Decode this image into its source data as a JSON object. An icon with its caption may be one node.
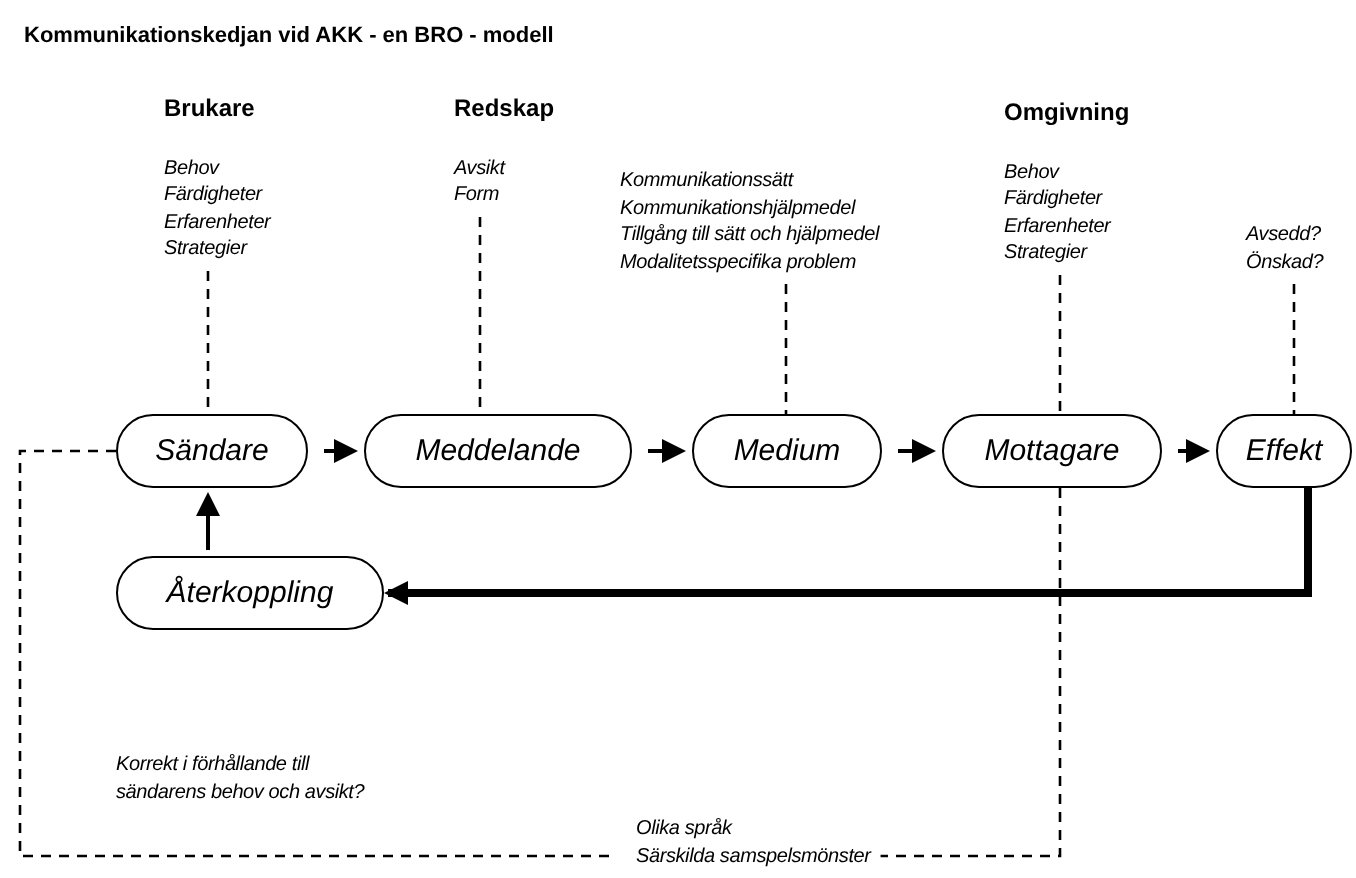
{
  "diagram": {
    "title": "Kommunikationskedjan vid AKK - en BRO - modell",
    "nodes": [
      {
        "text": [
          "Sändare"
        ]
      },
      {
        "text": [
          "Meddelande"
        ]
      },
      {
        "text": [
          "Medium"
        ]
      },
      {
        "text": [
          "Mottagare"
        ]
      },
      {
        "text": [
          "Effekt"
        ]
      },
      {
        "text": [
          "Återkoppling"
        ]
      },
      {
        "text": [
          "Brukare",
          "Behov",
          "Färdigheter",
          "Erfarenheter",
          "Strategier"
        ]
      },
      {
        "text": [
          "Redskap",
          "Avsikt",
          "Form"
        ]
      },
      {
        "text": [
          "Kommunikationssätt",
          "Kommunikationshjälpmedel",
          "Tillgång till sätt och hjälpmedel",
          "Modalitetsspecifika problem"
        ]
      },
      {
        "text": [
          "Omgivning",
          "Behov",
          "Färdigheter",
          "Erfarenheter",
          "Strategier"
        ]
      },
      {
        "text": [
          "Avsedd?",
          "Önskad?"
        ]
      },
      {
        "text": [
          "Olika språk",
          "Särskilda samspelsmönster"
        ]
      }
    ],
    "edges": [
      {
        "from": 0,
        "to": 1,
        "arrow": "to"
      },
      {
        "from": 1,
        "to": 2,
        "arrow": "to"
      },
      {
        "from": 2,
        "to": 3,
        "arrow": "to"
      },
      {
        "from": 3,
        "to": 4,
        "arrow": "to"
      },
      {
        "from": 4,
        "to": 5,
        "arrow": "to",
        "style": "thick"
      },
      {
        "from": 5,
        "to": 0,
        "arrow": "to"
      },
      {
        "from": 6,
        "to": 0,
        "arrow": "none",
        "style": "dashed"
      },
      {
        "from": 7,
        "to": 1,
        "arrow": "none",
        "style": "dashed"
      },
      {
        "from": 8,
        "to": 2,
        "arrow": "none",
        "style": "dashed"
      },
      {
        "from": 9,
        "to": 3,
        "arrow": "none",
        "style": "dashed"
      },
      {
        "from": 10,
        "to": 4,
        "arrow": "none",
        "style": "dashed"
      },
      {
        "from": 0,
        "to": 11,
        "arrow": "none",
        "style": "dashed"
      },
      {
        "from": 3,
        "to": 11,
        "arrow": "none",
        "style": "dashed"
      }
    ],
    "labels": [
      "Korrekt i förhållande till sändarens behov och avsikt?"
    ]
  }
}
